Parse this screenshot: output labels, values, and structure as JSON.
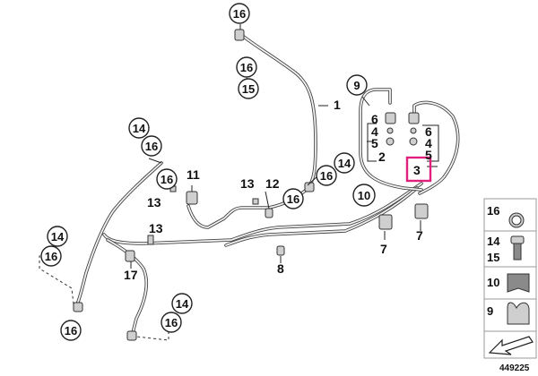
{
  "figure": {
    "image_number": "449225",
    "highlight_color": "#e0207a",
    "callouts_circled": {
      "c16_top": "16",
      "c16_b": "16",
      "c15": "15",
      "c9": "9",
      "c14_l": "14",
      "c16_l": "16",
      "c16_m": "16",
      "c14_r": "14",
      "c16_r1": "16",
      "c16_r2": "16",
      "c10": "10",
      "c14_bl": "14",
      "c16_bl": "16",
      "c16_bl2": "16",
      "c16_bm": "16",
      "c14_bm": "14"
    },
    "labels_plain": {
      "l1": "1",
      "l6a": "6",
      "l4a": "4",
      "l5a": "5",
      "l2": "2",
      "l6b": "6",
      "l4b": "4",
      "l5b": "5",
      "l3": "3",
      "l11": "11",
      "l13a": "13",
      "l12": "12",
      "l13b": "13",
      "l13c": "13",
      "l7a": "7",
      "l7b": "7",
      "l8": "8",
      "l17": "17"
    },
    "legend": {
      "items": [
        "16",
        "14",
        "15",
        "10",
        "9"
      ]
    }
  }
}
